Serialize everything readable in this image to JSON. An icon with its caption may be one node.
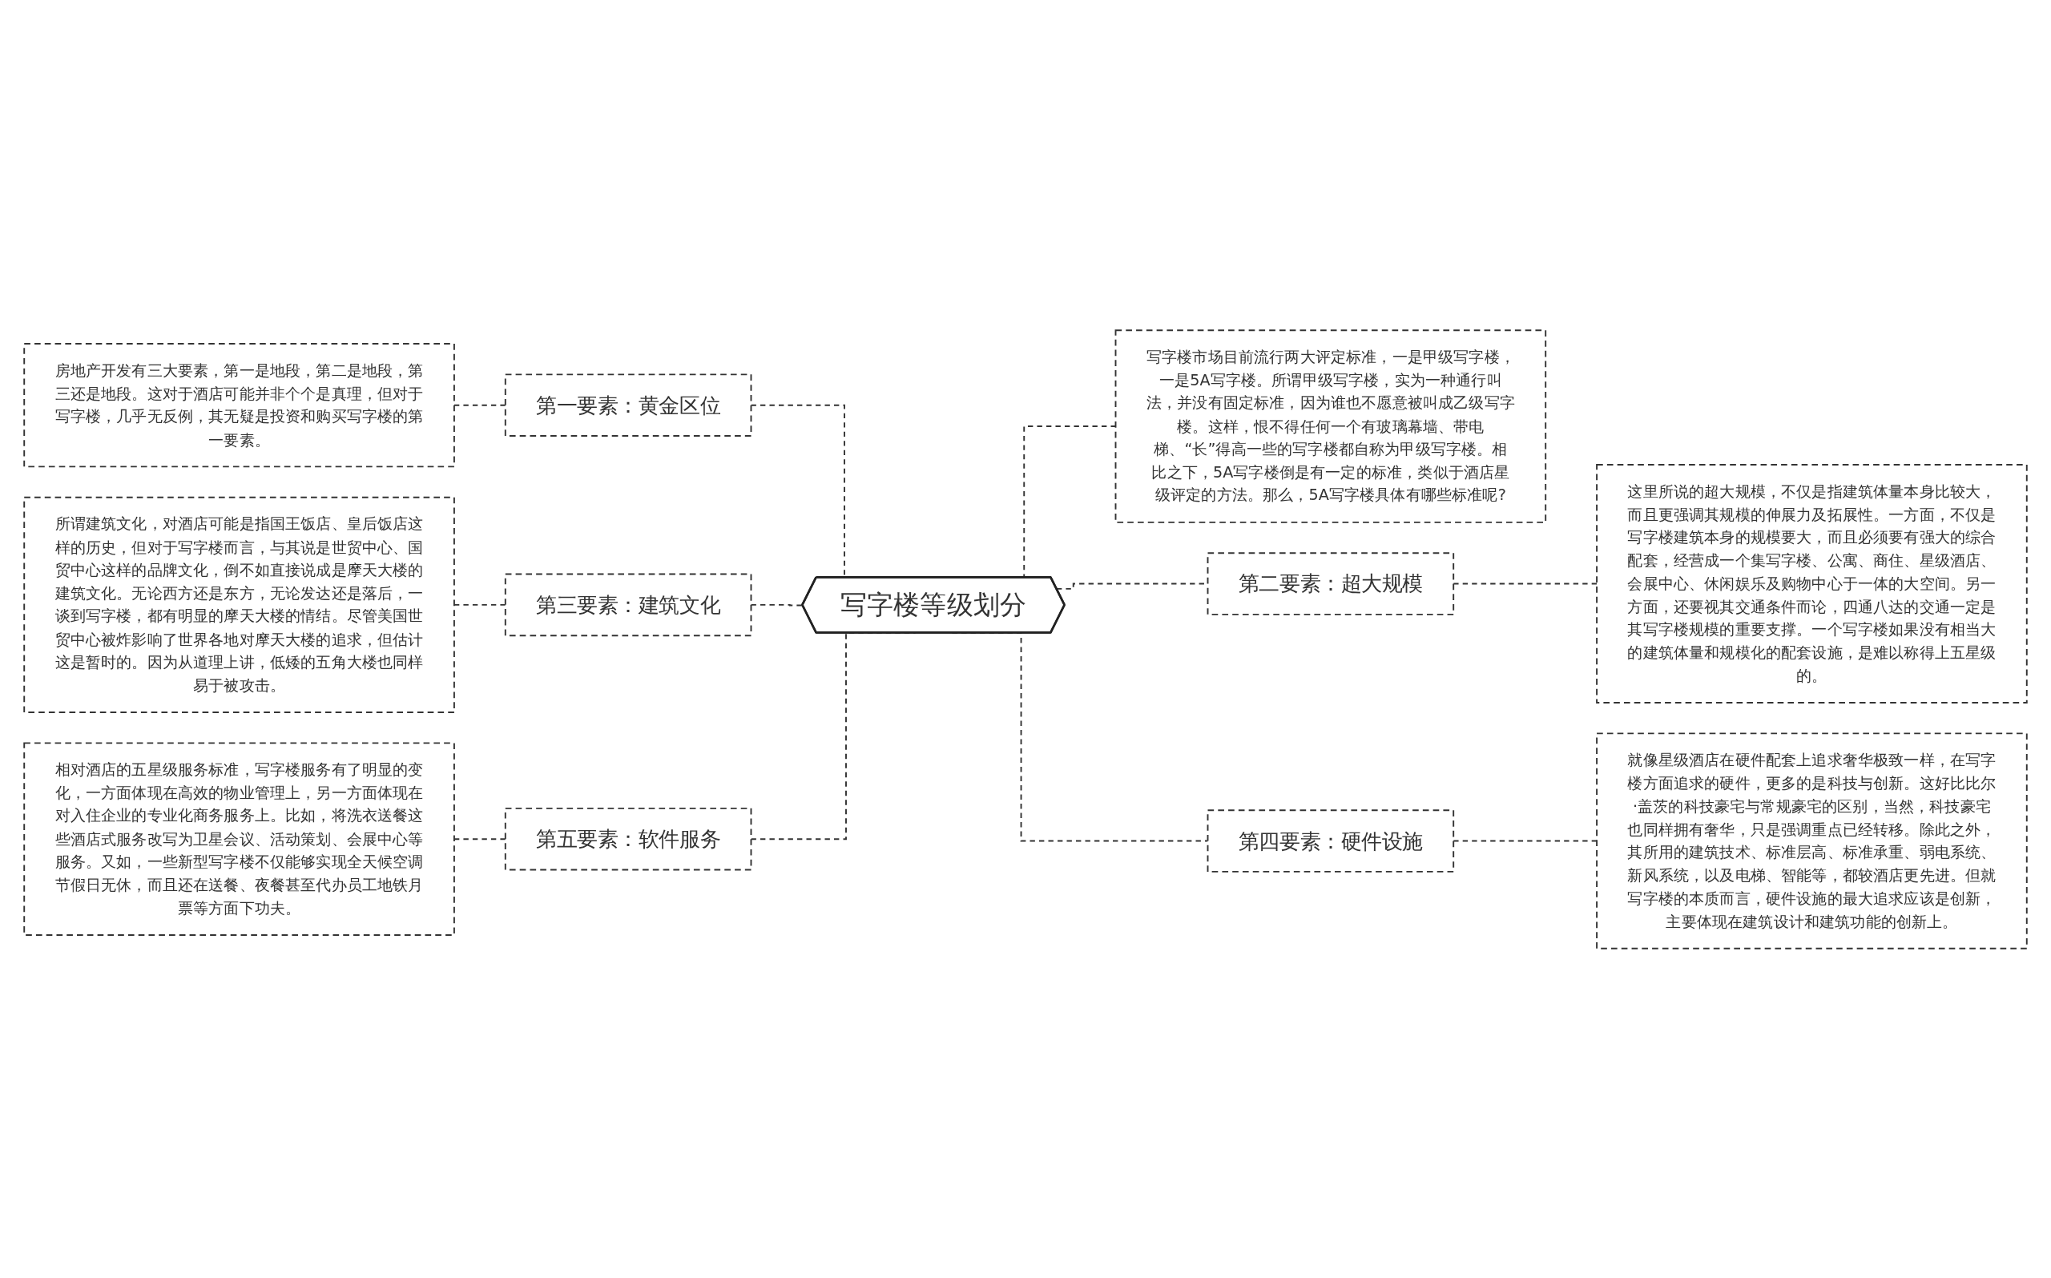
{
  "diagram": {
    "nodes": [
      {
        "text": [
          "写字楼等级划分"
        ]
      },
      {
        "text": [
          "写字楼市场目前流行两大评定标准，一是甲级写字楼，一是5A写字楼。所谓甲级写字楼，实为一种通行叫法，并没有固定标准，因为谁也不愿意被叫成乙级写字楼。这样，恨不得任何一个有玻璃幕墙、带电梯、“长”得高一些的写字楼都自称为甲级写字楼。相比之下，5A写字楼倒是有一定的标准，类似于酒店星级评定的方法。那么，5A写字楼具体有哪些标准呢?"
        ]
      },
      {
        "text": [
          "第二要素：超大规模"
        ]
      },
      {
        "text": [
          "这里所说的超大规模，不仅是指建筑体量本身比较大，而且更强调其规模的伸展力及拓展性。一方面，不仅是写字楼建筑本身的规模要大，而且必须要有强大的综合配套，经营成一个集写字楼、公寓、商住、星级酒店、会展中心、休闲娱乐及购物中心于一体的大空间。另一方面，还要视其交通条件而论，四通八达的交通一定是其写字楼规模的重要支撑。一个写字楼如果没有相当大的建筑体量和规模化的配套设施，是难以称得上五星级的。"
        ]
      },
      {
        "text": [
          "第四要素：硬件设施"
        ]
      },
      {
        "text": [
          "就像星级酒店在硬件配套上追求奢华极致一样，在写字楼方面追求的硬件，更多的是科技与创新。这好比比尔·盖茨的科技豪宅与常规豪宅的区别，当然，科技豪宅也同样拥有奢华，只是强调重点已经转移。除此之外，其所用的建筑技术、标准层高、标准承重、弱电系统、新风系统，以及电梯、智能等，都较酒店更先进。但就写字楼的本质而言，硬件设施的最大追求应该是创新，主要体现在建筑设计和建筑功能的创新上。"
        ]
      },
      {
        "text": [
          "第一要素：黄金区位"
        ]
      },
      {
        "text": [
          "房地产开发有三大要素，第一是地段，第二是地段，第三还是地段。这对于酒店可能并非个个是真理，但对于写字楼，几乎无反例，其无疑是投资和购买写字楼的第一要素。"
        ]
      },
      {
        "text": [
          "第三要素：建筑文化"
        ]
      },
      {
        "text": [
          "所谓建筑文化，对酒店可能是指国王饭店、皇后饭店这样的历史，但对于写字楼而言，与其说是世贸中心、国贸中心这样的品牌文化，倒不如直接说成是摩天大楼的建筑文化。无论西方还是东方，无论发达还是落后，一谈到写字楼，都有明显的摩天大楼的情结。尽管美国世贸中心被炸影响了世界各地对摩天大楼的追求，但估计这是暂时的。因为从道理上讲，低矮的五角大楼也同样易于被攻击。"
        ]
      },
      {
        "text": [
          "第五要素：软件服务"
        ]
      },
      {
        "text": [
          "相对酒店的五星级服务标准，写字楼服务有了明显的变化，一方面体现在高效的物业管理上，另一方面体现在对入住企业的专业化商务服务上。比如，将洗衣送餐这些酒店式服务改写为卫星会议、活动策划、会展中心等服务。又如，一些新型写字楼不仅能够实现全天候空调节假日无休，而且还在送餐、夜餐甚至代办员工地铁月票等方面下功夫。"
        ]
      }
    ],
    "edges": [
      {
        "from": 0,
        "to": 1,
        "arrow": "none",
        "style": "dashed"
      },
      {
        "from": 0,
        "to": 2,
        "arrow": "none",
        "style": "dashed"
      },
      {
        "from": 2,
        "to": 3,
        "arrow": "none",
        "style": "dashed"
      },
      {
        "from": 0,
        "to": 4,
        "arrow": "none",
        "style": "dashed"
      },
      {
        "from": 4,
        "to": 5,
        "arrow": "none",
        "style": "dashed"
      },
      {
        "from": 6,
        "to": 0,
        "arrow": "none",
        "style": "dashed"
      },
      {
        "from": 7,
        "to": 6,
        "arrow": "none",
        "style": "dashed"
      },
      {
        "from": 8,
        "to": 0,
        "arrow": "none",
        "style": "dashed"
      },
      {
        "from": 9,
        "to": 8,
        "arrow": "none",
        "style": "dashed"
      },
      {
        "from": 10,
        "to": 0,
        "arrow": "none",
        "style": "dashed"
      },
      {
        "from": 11,
        "to": 10,
        "arrow": "none",
        "style": "dashed"
      }
    ]
  }
}
